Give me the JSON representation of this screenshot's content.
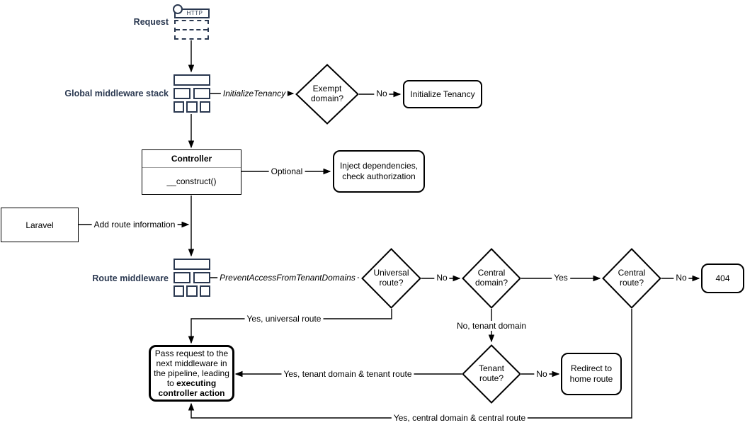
{
  "colors": {
    "accent_navy": "#2a3850",
    "line_black": "#000000",
    "divider_gray": "#a3a3a3",
    "background": "#ffffff"
  },
  "nodes": {
    "request": {
      "label": "Request",
      "icon_text": "HTTP"
    },
    "global_middleware": {
      "label": "Global middleware stack"
    },
    "exempt_domain": {
      "label": "Exempt\ndomain?"
    },
    "initialize_tenancy": {
      "label": "Initialize Tenancy"
    },
    "controller": {
      "title": "Controller",
      "method": "__construct()"
    },
    "inject_dependencies": {
      "label": "Inject dependencies,\ncheck authorization"
    },
    "laravel": {
      "label": "Laravel"
    },
    "route_middleware": {
      "label": "Route middleware"
    },
    "universal_route": {
      "label": "Universal\nroute?"
    },
    "central_domain": {
      "label": "Central\ndomain?"
    },
    "central_route": {
      "label": "Central\nroute?"
    },
    "not_found": {
      "label": "404"
    },
    "tenant_route": {
      "label": "Tenant\nroute?"
    },
    "redirect_home": {
      "label": "Redirect to\nhome route"
    },
    "pass_request": {
      "text_before": "Pass request to the next middleware in the pipeline, leading to ",
      "text_bold": "executing controller action"
    }
  },
  "edge_labels": {
    "initialize_tenancy_mw": "InitializeTenancy",
    "exempt_no": "No",
    "optional": "Optional",
    "add_route_information": "Add route information",
    "prevent_access": "PreventAccessFromTenantDomains",
    "universal_no": "No",
    "central_domain_yes": "Yes",
    "central_route_no": "No",
    "yes_universal_route": "Yes, universal route",
    "no_tenant_domain": "No, tenant domain",
    "tenant_route_no": "No",
    "yes_tenant_domain_route": "Yes, tenant domain & tenant route",
    "yes_central_domain_route": "Yes, central domain & central route"
  }
}
